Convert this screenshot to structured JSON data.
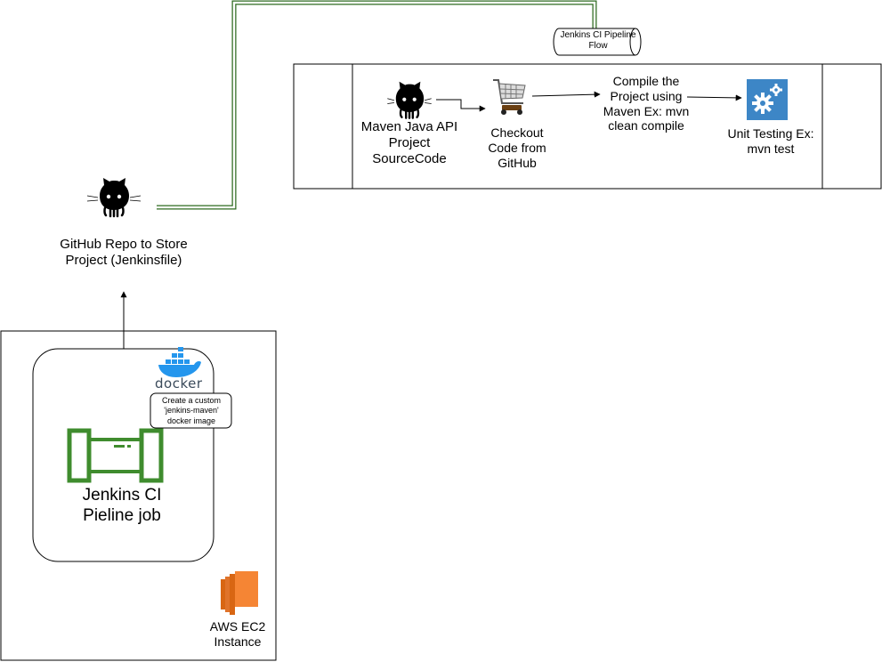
{
  "pipeline": {
    "cylinder_label": "Jenkins CI Pipeline Flow",
    "steps": [
      {
        "label": "Maven Java API Project SourceCode",
        "icon": "github-icon"
      },
      {
        "label": "Checkout Code from GitHub",
        "icon": "shopping-cart-icon"
      },
      {
        "label": "Compile the Project using Maven Ex: mvn clean compile",
        "icon": "none"
      },
      {
        "label": "Unit Testing Ex: mvn test",
        "icon": "gears-icon"
      }
    ]
  },
  "github_repo": {
    "label": "GitHub Repo to Store Project (Jenkinsfile)",
    "icon": "github-icon"
  },
  "docker": {
    "logo_text": "docker",
    "note": "Create a custom 'jenkins-maven' docker image",
    "icon": "docker-icon"
  },
  "jenkins_job": {
    "label": "Jenkins CI Pieline job",
    "icon": "pipeline-icon"
  },
  "aws": {
    "label": "AWS EC2 Instance",
    "icon": "aws-ec2-icon"
  },
  "colors": {
    "line": "#000000",
    "connector_green": "#2d6a1f",
    "pipeline_green": "#3f8c2e",
    "gear_blue": "#3d86c6",
    "docker_blue": "#2496ed",
    "aws_orange": "#f58534",
    "aws_orange_dark": "#d86613"
  }
}
